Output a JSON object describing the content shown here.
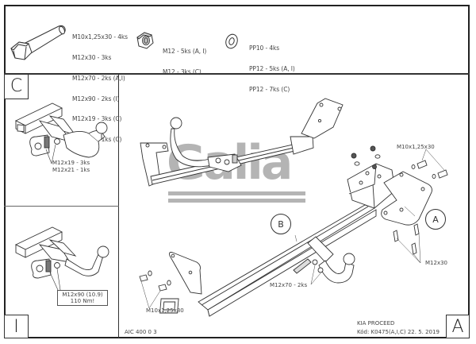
{
  "document": {
    "title": "KIA PROCEED",
    "code_line": "Kód: K0475(A,I,C)  22. 5. 2019",
    "drawing_number": "AIC 400 0 3",
    "sheet_variant": "A",
    "logo_text": "Galia",
    "logo_color": "#b4b4b4"
  },
  "parts_list": {
    "bolts": {
      "icon": "hex-bolt-icon",
      "lines": [
        "M10x1,25x30 - 4ks",
        "M12x30 - 3ks",
        "M12x70 - 2ks (A,I)",
        "M12x90 - 2ks (I)",
        "M12x19 - 3ks (C)",
        "M12x21 - 1ks (C)"
      ]
    },
    "nuts": {
      "icon": "hex-nut-icon",
      "lines": [
        "M12 - 5ks (A, I)",
        "M12 - 3ks (C)"
      ]
    },
    "washers": {
      "icon": "washer-icon",
      "lines": [
        "PP10 - 4ks",
        "PP12 - 5ks (A, I)",
        "PP12 - 7ks (C)"
      ]
    }
  },
  "panels": {
    "c": {
      "label": "C",
      "annotation": [
        "M12x19 - 3ks",
        "M12x21 - 1ks"
      ]
    },
    "i": {
      "label": "I",
      "annotation": [
        "M12x90 (10.9)",
        "110 Nm!"
      ]
    },
    "main": {
      "callout_a": "A",
      "callout_b": "B",
      "labels": {
        "top_bolts": "M10x1,25x30",
        "side_bolts": "M12x30",
        "ball_bolts": "M12x70 - 2ks",
        "front_bolts": "M10x1,25x30"
      }
    }
  }
}
